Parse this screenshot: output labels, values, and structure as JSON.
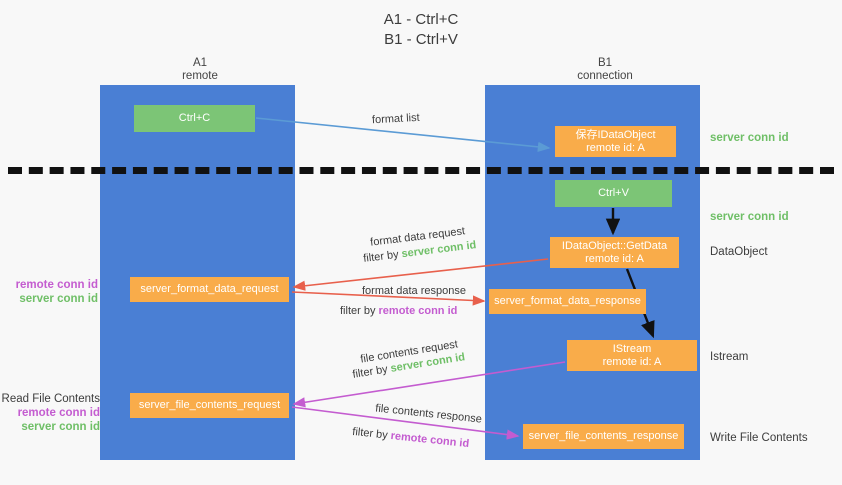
{
  "title": {
    "line1": "A1 - Ctrl+C",
    "line2": "B1 - Ctrl+V"
  },
  "columns": {
    "left": {
      "name": "A1",
      "role": "remote"
    },
    "right": {
      "name": "B1",
      "role": "connection"
    }
  },
  "colors": {
    "lane": "#4a7fd4",
    "green_box": "#7cc576",
    "orange_box": "#f9ac4a",
    "server_conn_id": "#6fbf67",
    "remote_conn_id": "#c45cd0",
    "arrow_blue": "#5b9bd5",
    "arrow_red": "#e8604c",
    "arrow_magenta": "#c45cd0",
    "arrow_black": "#111111",
    "background": "#f8f8f8"
  },
  "boxes": {
    "ctrl_c": {
      "label": "Ctrl+C"
    },
    "save_dataobject": {
      "line1": "保存IDataObject",
      "line2": "remote id: A"
    },
    "ctrl_v": {
      "label": "Ctrl+V"
    },
    "getdata": {
      "line1": "IDataObject::GetData",
      "line2": "remote id: A"
    },
    "format_data_request": {
      "label": "server_format_data_request"
    },
    "format_data_response": {
      "label": "server_format_data_response"
    },
    "istream": {
      "line1": "IStream",
      "line2": "remote id: A"
    },
    "file_contents_request": {
      "label": "server_file_contents_request"
    },
    "file_contents_response": {
      "label": "server_file_contents_response"
    }
  },
  "side_labels": {
    "server_conn_id_top": "server conn id",
    "server_conn_id_mid": "server conn id",
    "dataobject": "DataObject",
    "istream": "Istream",
    "write_file_contents": "Write File Contents"
  },
  "left_labels": {
    "format_remote": "remote conn id",
    "format_server": "server conn id",
    "read_file_contents": "Read File Contents",
    "file_remote": "remote conn id",
    "file_server": "server conn id"
  },
  "edge_labels": {
    "format_list": "format list",
    "format_data_request": "format data request",
    "format_data_request_filter_prefix": "filter by ",
    "format_data_request_filter_value": "server conn id",
    "format_data_response": "format data response",
    "format_data_response_filter_prefix": "filter by ",
    "format_data_response_filter_value": "remote conn id",
    "file_contents_request": "file contents request",
    "file_contents_request_filter_prefix": "filter by ",
    "file_contents_request_filter_value": "server conn id",
    "file_contents_response": "file contents response",
    "file_contents_response_filter_prefix": "filter by ",
    "file_contents_response_filter_value": "remote conn id"
  }
}
